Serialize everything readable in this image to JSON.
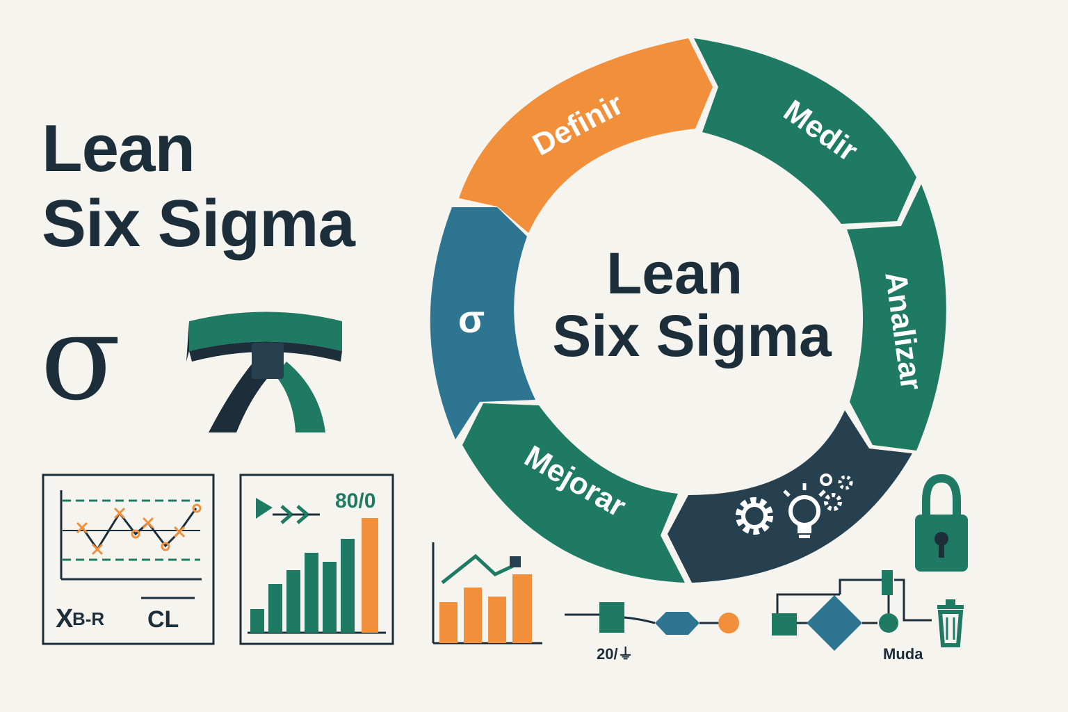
{
  "title": {
    "line1": "Lean",
    "line2": "Six Sigma"
  },
  "sigma_symbol": "σ",
  "cycle": {
    "center_line1": "Lean",
    "center_line2": "Six Sigma",
    "segments": [
      {
        "label": "Definir",
        "color": "#f28f3b"
      },
      {
        "label": "Medir",
        "color": "#1f7a63"
      },
      {
        "label": "Analizar",
        "color": "#1f7a63"
      },
      {
        "label": "",
        "color": "#27404f",
        "icons": [
          "gear-icon",
          "lightbulb-icon",
          "gears-icon"
        ]
      },
      {
        "label": "Mejorar",
        "color": "#1f7a63"
      },
      {
        "label": "σ",
        "color": "#2e7591"
      }
    ]
  },
  "control_chart": {
    "label_xbar": "X",
    "label_br": "B-R",
    "label_cl": "CL"
  },
  "pareto_chart": {
    "label": "80/0"
  },
  "process_flow": {
    "label": "20/⏚"
  },
  "waste": {
    "label": "Muda"
  },
  "colors": {
    "green": "#1f7a63",
    "orange": "#f28f3b",
    "blue": "#2e7591",
    "navy": "#1c2e3a"
  }
}
